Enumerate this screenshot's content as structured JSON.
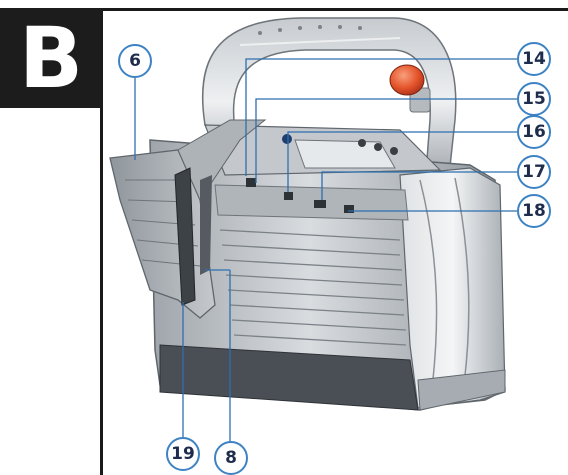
{
  "section_label": "B",
  "callouts": {
    "c6": "6",
    "c14": "14",
    "c15": "15",
    "c16": "16",
    "c17": "17",
    "c18": "18",
    "c19": "19",
    "c8": "8"
  },
  "colors": {
    "callout_stroke": "#3d83c4",
    "leader_line": "#2d6fb0",
    "badge_bg": "#1c1c1c",
    "handle_button": "#e5532a"
  }
}
